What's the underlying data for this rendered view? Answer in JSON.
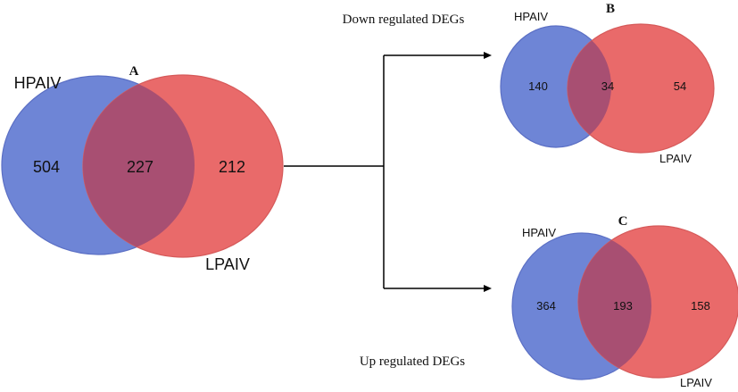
{
  "colors": {
    "hpaiv_fill": "#6e85d6",
    "lpaiv_fill": "#e96a6a",
    "overlap_fill": "#a84f72",
    "hpaiv_stroke": "#5b6fc4",
    "lpaiv_stroke": "#d65a5a",
    "text": "#111111",
    "connector": "#000000"
  },
  "venns": [
    {
      "panel_label": "A",
      "left_set_label": "HPAIV",
      "right_set_label": "LPAIV",
      "left_only": "504",
      "intersection": "227",
      "right_only": "212"
    },
    {
      "panel_label": "B",
      "caption": "Down regulated DEGs",
      "left_set_label": "HPAIV",
      "right_set_label": "LPAIV",
      "left_only": "140",
      "intersection": "34",
      "right_only": "54"
    },
    {
      "panel_label": "C",
      "caption": "Up regulated DEGs",
      "left_set_label": "HPAIV",
      "right_set_label": "LPAIV",
      "left_only": "364",
      "intersection": "193",
      "right_only": "158"
    }
  ]
}
